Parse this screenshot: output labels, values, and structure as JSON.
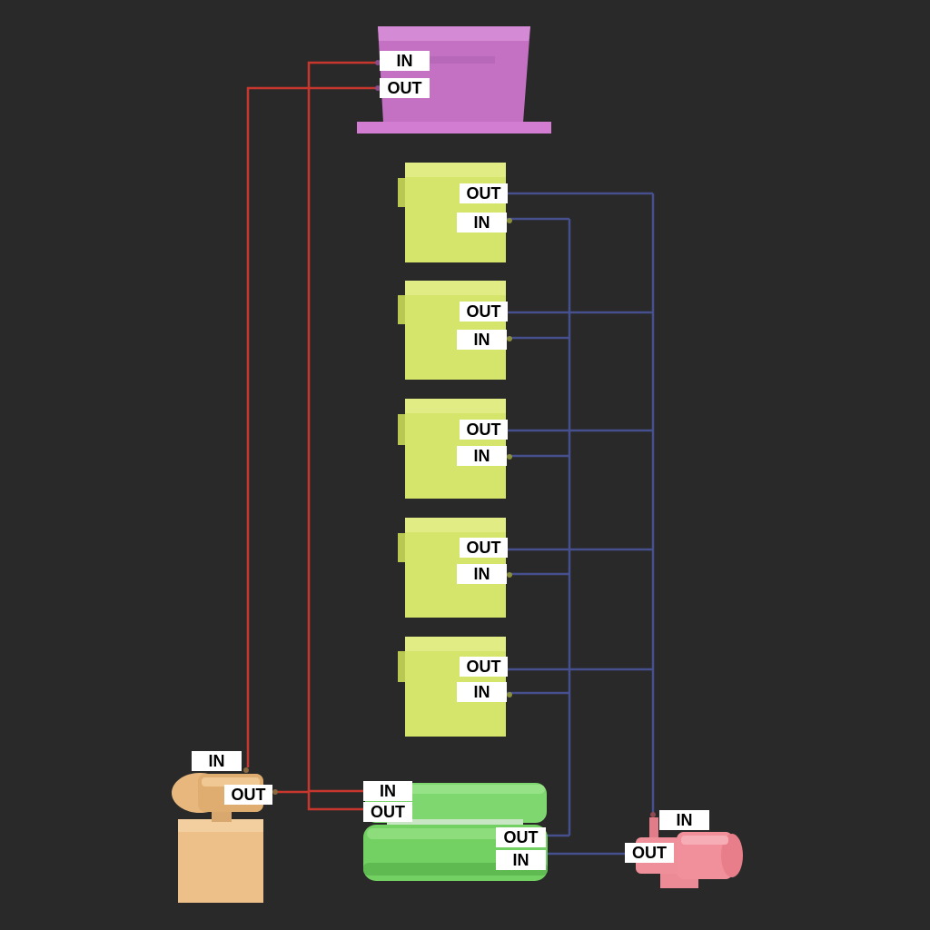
{
  "colors": {
    "background": "#292929",
    "red_pipe": "#c8372d",
    "blue_pipe": "#46508f",
    "tank": "#c471c4",
    "unit": "#d7e56a",
    "condenser": "#7fd86f",
    "left_pump": "#e7b77d",
    "right_pump": "#f1909a"
  },
  "labels": {
    "tank_in": "IN",
    "tank_out": "OUT",
    "unit1_out": "OUT",
    "unit1_in": "IN",
    "unit2_out": "OUT",
    "unit2_in": "IN",
    "unit3_out": "OUT",
    "unit3_in": "IN",
    "unit4_out": "OUT",
    "unit4_in": "IN",
    "unit5_out": "OUT",
    "unit5_in": "IN",
    "left_pump_in": "IN",
    "left_pump_out": "OUT",
    "condenser_top_in": "IN",
    "condenser_top_out": "OUT",
    "condenser_bottom_out": "OUT",
    "condenser_bottom_in": "IN",
    "right_pump_in": "IN",
    "right_pump_out": "OUT"
  }
}
